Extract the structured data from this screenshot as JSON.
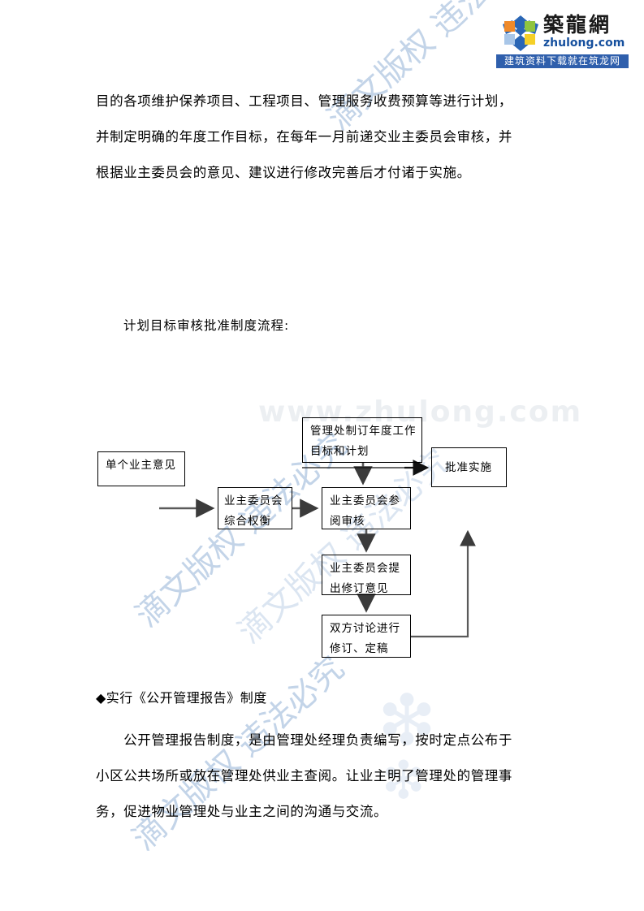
{
  "logo": {
    "brand_zh": "築龍網",
    "domain": "zhulong.com",
    "banner": "建筑资料下载就在筑龙网",
    "mark_icon": "zhulong-pinwheel-logo",
    "colors": {
      "banner_bg": "#2f5fac",
      "domain_text": "#16509e",
      "petal_blue": "#2a66b5",
      "petal_orange": "#ef8a2a",
      "petal_green": "#8fc43f",
      "petal_yellow": "#f5d028",
      "petal_lightblue": "#a8c6e8"
    }
  },
  "document": {
    "paragraph_top": "目的各项维护保养项目、工程项目、管理服务收费预算等进行计划，\n并制定明确的年度工作目标，在每年一月前递交业主委员会审核，并\n根据业主委员会的意见、建议进行修改完善后才付诸于实施。",
    "flow_heading": "计划目标审核批准制度流程:",
    "bullet_line": "◆实行《公开管理报告》制度",
    "paragraph_bottom": "　　公开管理报告制度，是由管理处经理负责编写，按时定点公布于\n小区公共场所或放在管理处供业主查阅。让业主明了管理处的管理事\n务，促进物业管理处与业主之间的沟通与交流。"
  },
  "flowchart": {
    "type": "process-flow",
    "nodes": [
      {
        "id": "owner-opinion",
        "label": "单个业主意见"
      },
      {
        "id": "mgmt-plan",
        "label": "管理处制订年度工作\n目标和计划"
      },
      {
        "id": "approve",
        "label": "批准实施"
      },
      {
        "id": "committee-weigh",
        "label": "业主委员会\n综合权衡"
      },
      {
        "id": "committee-review",
        "label": "业主委员会参\n阅审核"
      },
      {
        "id": "committee-revise",
        "label": "业主委员会提\n出修订意见"
      },
      {
        "id": "final-draft",
        "label": "双方讨论进行\n修订、定稿"
      }
    ],
    "edges": [
      {
        "from": "owner-opinion",
        "to": "committee-weigh",
        "style": "arrow"
      },
      {
        "from": "committee-weigh",
        "to": "committee-review",
        "style": "arrow"
      },
      {
        "from": "mgmt-plan",
        "to": "committee-review",
        "style": "arrow"
      },
      {
        "from": "mgmt-plan",
        "to": "approve",
        "style": "arrow"
      },
      {
        "from": "committee-review",
        "to": "committee-revise",
        "style": "arrow"
      },
      {
        "from": "committee-revise",
        "to": "final-draft",
        "style": "arrow"
      },
      {
        "from": "final-draft",
        "to": "committee-review",
        "style": "arrow-feedback"
      }
    ]
  },
  "watermarks": {
    "url_text": "www.zhulong.com",
    "diagonal_text": "滴文版权 违法必究",
    "color_url": "#eceff2",
    "color_diagonal": "#b9cde5"
  }
}
